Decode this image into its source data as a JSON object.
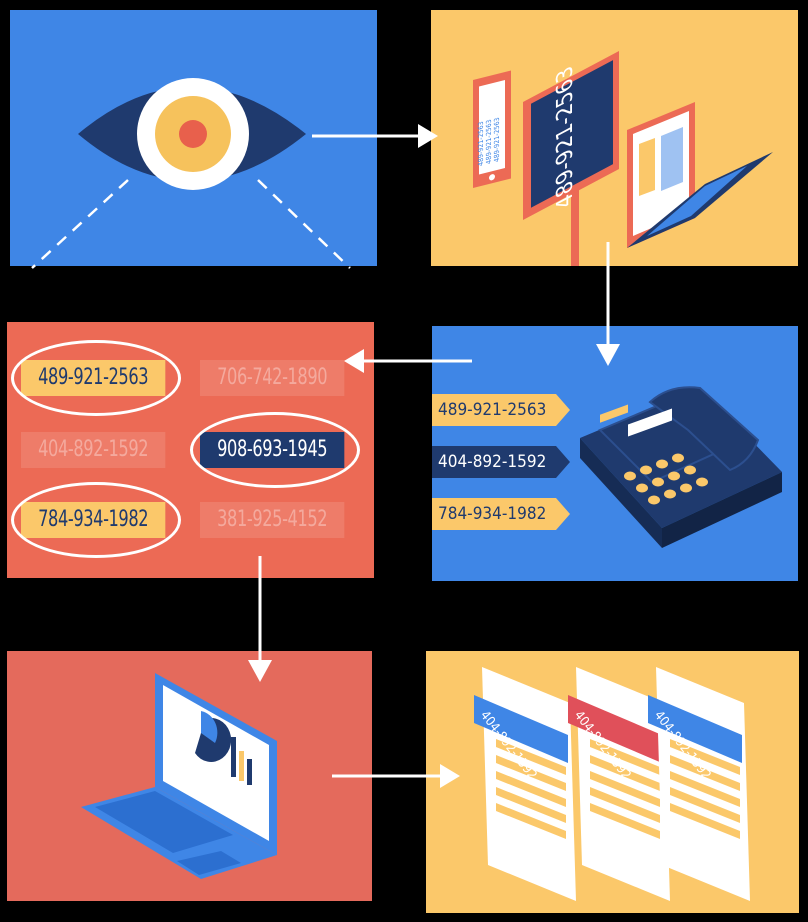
{
  "billboard_number": "489-921-2563",
  "tablet_lines": [
    "489-921-2563",
    "489-921-2563",
    "489-921-2563"
  ],
  "numbers_grid": [
    {
      "text": "489-921-2563",
      "style": "highlight",
      "circled": true
    },
    {
      "text": "706-742-1890",
      "style": "faded",
      "circled": false
    },
    {
      "text": "404-892-1592",
      "style": "faded",
      "circled": false
    },
    {
      "text": "908-693-1945",
      "style": "dark",
      "circled": true
    },
    {
      "text": "784-934-1982",
      "style": "highlight",
      "circled": true
    },
    {
      "text": "381-925-4152",
      "style": "faded",
      "circled": false
    }
  ],
  "dial_arrows": [
    {
      "text": "489-921-2563",
      "color": "#fbc86a"
    },
    {
      "text": "404-892-1592",
      "color": "#1f3a6e"
    },
    {
      "text": "784-934-1982",
      "color": "#fbc86a"
    }
  ],
  "document_labels": [
    {
      "text": "404-892-1592",
      "color": "#3f86e6"
    },
    {
      "text": "404-892-1592",
      "color": "#e0505a"
    },
    {
      "text": "404-892-1592",
      "color": "#3f86e6"
    }
  ],
  "colors": {
    "blue": "#3f86e6",
    "yellow": "#fbc86a",
    "coral": "#ec6a55",
    "navy": "#1f3a6e",
    "orange": "#e8604c"
  }
}
